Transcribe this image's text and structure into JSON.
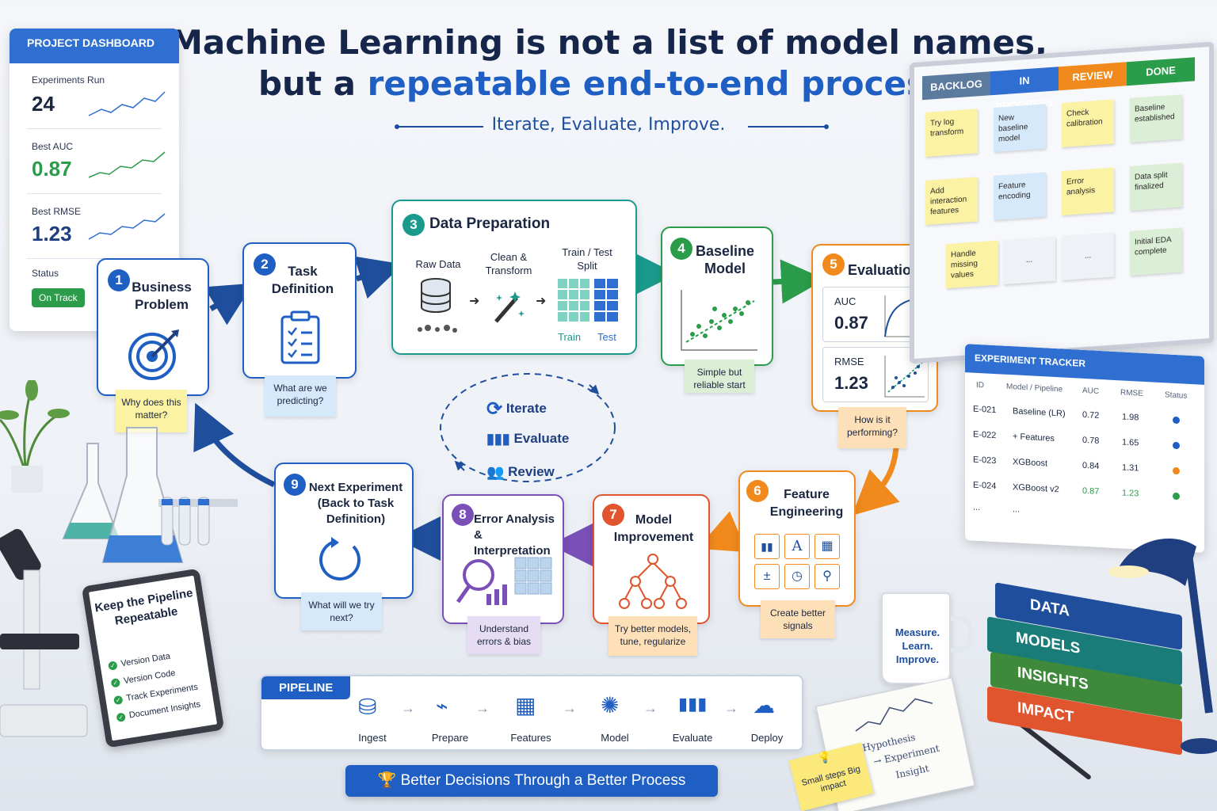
{
  "title": {
    "line1": "Machine Learning is not a list of model names,",
    "line2_prefix": "but a ",
    "line2_highlight": "repeatable end-to-end process."
  },
  "subtitle": "Iterate, Evaluate, Improve.",
  "dashboard": {
    "header": "PROJECT DASHBOARD",
    "experiments_label": "Experiments Run",
    "experiments_value": "24",
    "auc_label": "Best AUC",
    "auc_value": "0.87",
    "rmse_label": "Best RMSE",
    "rmse_value": "1.23",
    "status_label": "Status",
    "status_value": "On Track"
  },
  "steps": {
    "s1": {
      "num": "1",
      "title": "Business Problem",
      "note": "Why does this matter?"
    },
    "s2": {
      "num": "2",
      "title": "Task Definition",
      "note": "What are we predicting?"
    },
    "s3": {
      "num": "3",
      "title": "Data Preparation",
      "raw": "Raw Data",
      "clean": "Clean & Transform",
      "split": "Train / Test Split",
      "train": "Train",
      "test": "Test"
    },
    "s4": {
      "num": "4",
      "title": "Baseline Model",
      "note": "Simple but reliable start"
    },
    "s5": {
      "num": "5",
      "title": "Evaluation",
      "auc_label": "AUC",
      "auc_value": "0.87",
      "rmse_label": "RMSE",
      "rmse_value": "1.23",
      "note": "How is it performing?"
    },
    "s6": {
      "num": "6",
      "title": "Feature Engineering",
      "note": "Create better signals"
    },
    "s7": {
      "num": "7",
      "title": "Model Improvement",
      "note": "Try better models, tune, regularize"
    },
    "s8": {
      "num": "8",
      "title": "Error Analysis & Interpretation",
      "note": "Understand errors & bias"
    },
    "s9": {
      "num": "9",
      "title": "Next Experiment (Back to Task Definition)",
      "note": "What will we try next?"
    }
  },
  "cycle": {
    "iterate": "Iterate",
    "evaluate": "Evaluate",
    "review": "Review"
  },
  "kanban": {
    "columns": [
      "BACKLOG",
      "IN PROGRESS",
      "REVIEW",
      "DONE"
    ],
    "backlog": [
      "Try log transform",
      "Add interaction features",
      "Handle missing values"
    ],
    "in_progress": [
      "New baseline model",
      "Feature encoding",
      "..."
    ],
    "review": [
      "Check calibration",
      "Error analysis",
      "..."
    ],
    "done": [
      "Baseline established",
      "Data split finalized",
      "Initial EDA complete"
    ]
  },
  "tracker": {
    "header": "EXPERIMENT TRACKER",
    "columns": [
      "ID",
      "Model / Pipeline",
      "AUC",
      "RMSE",
      "Status"
    ],
    "rows": [
      {
        "id": "E-021",
        "model": "Baseline (LR)",
        "auc": "0.72",
        "rmse": "1.98",
        "status_color": "#1f5fc4"
      },
      {
        "id": "E-022",
        "model": "+ Features",
        "auc": "0.78",
        "rmse": "1.65",
        "status_color": "#1f5fc4"
      },
      {
        "id": "E-023",
        "model": "XGBoost",
        "auc": "0.84",
        "rmse": "1.31",
        "status_color": "#f08a1c"
      },
      {
        "id": "E-024",
        "model": "XGBoost v2",
        "auc": "0.87",
        "rmse": "1.23",
        "status_color": "#2a9c4a"
      },
      {
        "id": "...",
        "model": "...",
        "auc": "",
        "rmse": "",
        "status_color": ""
      }
    ]
  },
  "tablet": {
    "title": "Keep the Pipeline Repeatable",
    "items": [
      "Version Data",
      "Version Code",
      "Track Experiments",
      "Document Insights"
    ]
  },
  "pipeline": {
    "tag": "PIPELINE",
    "stages": [
      "Ingest",
      "Prepare",
      "Features",
      "Model",
      "Evaluate",
      "Deploy"
    ]
  },
  "banner": "Better Decisions Through a Better Process",
  "mug": "Measure. Learn. Improve.",
  "books": [
    "DATA",
    "MODELS",
    "INSIGHTS",
    "IMPACT"
  ],
  "notebook": [
    "Hypothesis",
    "→ Experiment",
    "Insight"
  ],
  "small_note": "Small steps Big impact",
  "colors": {
    "blue": "#1f5fc4",
    "teal": "#1a9a8c",
    "green": "#2a9c4a",
    "orange": "#f08a1c",
    "red": "#e0552d",
    "purple": "#7a4fb8"
  }
}
